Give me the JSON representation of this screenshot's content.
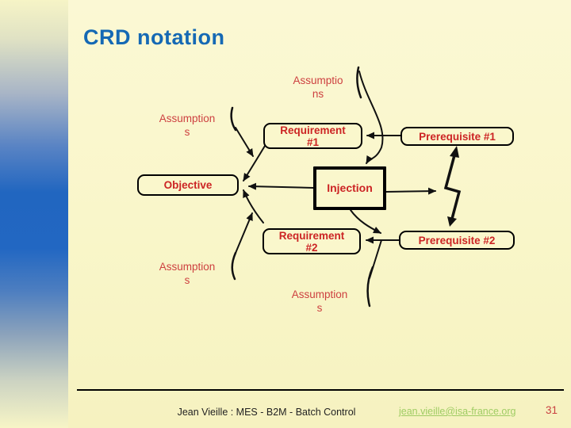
{
  "slide": {
    "title": "CRD notation",
    "page_number": "31",
    "footer": {
      "credit": "Jean Vieille : MES - B2M - Batch Control",
      "email": "jean.vieille@isa-france.org"
    },
    "colors": {
      "background": "#f9f6c9",
      "sidebar_blue": "#2166c0",
      "title_blue": "#1569b4",
      "node_text_red": "#cc2424",
      "assumption_label_red": "#cd4040",
      "arrow_black": "#111111",
      "email_link_green": "#9fcc63",
      "page_number_red": "#c94040"
    }
  },
  "diagram": {
    "nodes": {
      "requirement1": {
        "label": "Requirement\n#1"
      },
      "prerequisite1": {
        "label": "Prerequisite #1"
      },
      "objective": {
        "label": "Objective"
      },
      "injection": {
        "label": "Injection"
      },
      "requirement2": {
        "label": "Requirement\n#2"
      },
      "prerequisite2": {
        "label": "Prerequisite #2"
      }
    },
    "labels": {
      "assumptions_top": "Assumptio\nns",
      "assumptions_left_upper": "Assumption\ns",
      "assumptions_left_lower": "Assumption\ns",
      "assumptions_bottom": "Assumption\ns"
    }
  }
}
